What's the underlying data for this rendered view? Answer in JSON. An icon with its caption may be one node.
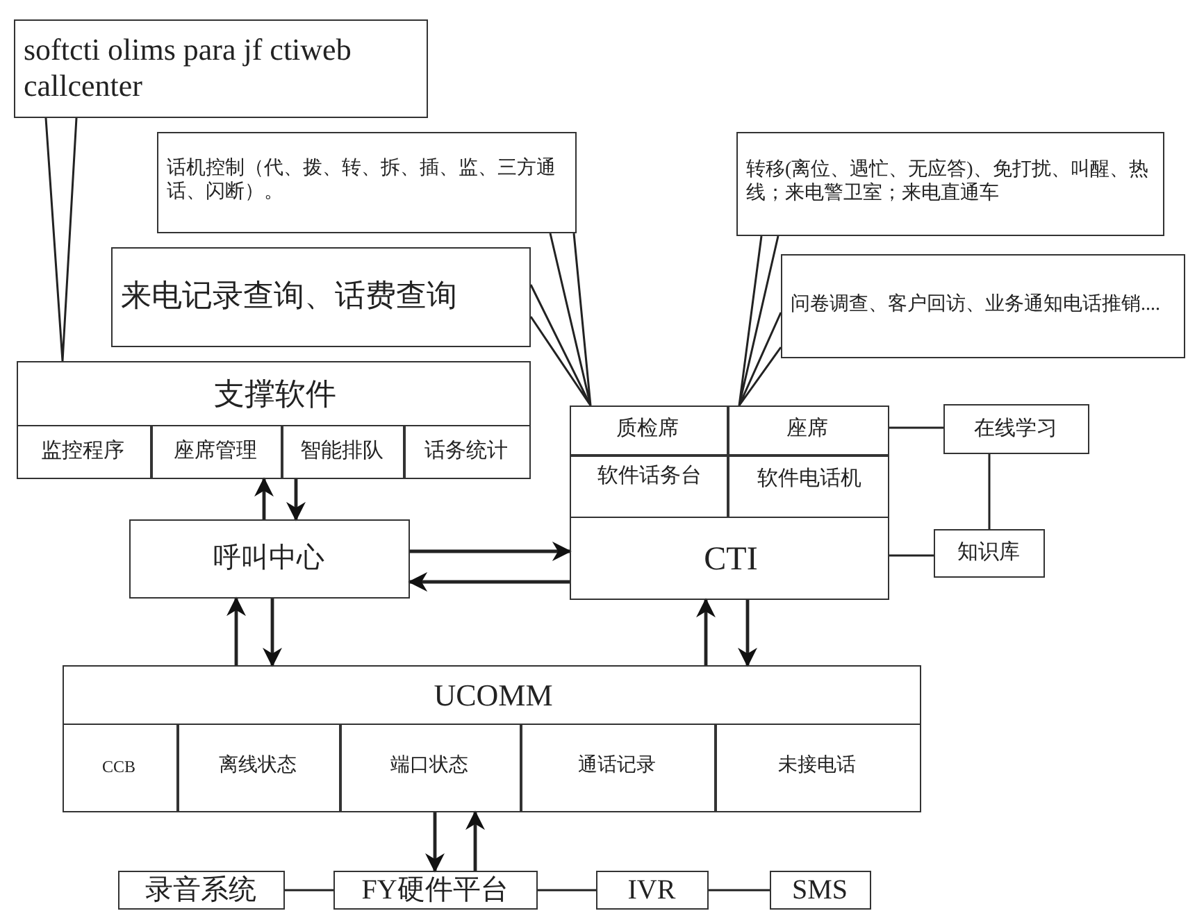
{
  "diagram": {
    "nodes": [
      {
        "text": [
          "softcti olims para jf ctiweb callcenter"
        ]
      },
      {
        "text": [
          "话机控制（代、拨、转、拆、插、监、三方通话、闪断）。"
        ]
      },
      {
        "text": [
          "来电记录查询、话费查询"
        ]
      },
      {
        "text": [
          "转移(离位、遇忙、无应答)、免打扰、叫醒、热线；来电警卫室；来电直通车"
        ]
      },
      {
        "text": [
          "问卷调查、客户回访、业务通知电话推销...."
        ]
      },
      {
        "text": [
          "支撑软件"
        ]
      },
      {
        "text": [
          "监控程序"
        ],
        "in": 5
      },
      {
        "text": [
          "座席管理"
        ],
        "in": 5
      },
      {
        "text": [
          "智能排队"
        ],
        "in": 5
      },
      {
        "text": [
          "话务统计"
        ],
        "in": 5
      },
      {
        "text": [
          "呼叫中心"
        ]
      },
      {
        "text": [
          "CTI"
        ]
      },
      {
        "text": [
          "质检席"
        ],
        "in": 11
      },
      {
        "text": [
          "座席"
        ],
        "in": 11
      },
      {
        "text": [
          "软件话务台"
        ],
        "in": 11
      },
      {
        "text": [
          "软件电话机"
        ],
        "in": 11
      },
      {
        "text": [
          "在线学习"
        ]
      },
      {
        "text": [
          "知识库"
        ]
      },
      {
        "text": [
          "UCOMM"
        ]
      },
      {
        "text": [
          "CCB"
        ],
        "in": 18
      },
      {
        "text": [
          "离线状态"
        ],
        "in": 18
      },
      {
        "text": [
          "端口状态"
        ],
        "in": 18
      },
      {
        "text": [
          "通话记录"
        ],
        "in": 18
      },
      {
        "text": [
          "未接电话"
        ],
        "in": 18
      },
      {
        "text": [
          "录音系统"
        ]
      },
      {
        "text": [
          "FY硬件平台"
        ]
      },
      {
        "text": [
          "IVR"
        ]
      },
      {
        "text": [
          "SMS"
        ]
      }
    ],
    "edges": [
      {
        "from": 0,
        "to": 5,
        "arrow": "none"
      },
      {
        "from": 1,
        "to": 12,
        "arrow": "none"
      },
      {
        "from": 2,
        "to": 12,
        "arrow": "none"
      },
      {
        "from": 3,
        "to": 13,
        "arrow": "none"
      },
      {
        "from": 4,
        "to": 13,
        "arrow": "none"
      },
      {
        "from": 10,
        "to": 5,
        "arrow": "to"
      },
      {
        "from": 5,
        "to": 10,
        "arrow": "to"
      },
      {
        "from": 10,
        "to": 11,
        "arrow": "to"
      },
      {
        "from": 11,
        "to": 10,
        "arrow": "to"
      },
      {
        "from": 18,
        "to": 10,
        "arrow": "to"
      },
      {
        "from": 10,
        "to": 18,
        "arrow": "to"
      },
      {
        "from": 18,
        "to": 11,
        "arrow": "to"
      },
      {
        "from": 11,
        "to": 18,
        "arrow": "to"
      },
      {
        "from": 21,
        "to": 25,
        "arrow": "to"
      },
      {
        "from": 25,
        "to": 21,
        "arrow": "to"
      },
      {
        "from": 13,
        "to": 16,
        "arrow": "none"
      },
      {
        "from": 11,
        "to": 17,
        "arrow": "none"
      },
      {
        "from": 16,
        "to": 17,
        "arrow": "none"
      },
      {
        "from": 24,
        "to": 25,
        "arrow": "none"
      },
      {
        "from": 25,
        "to": 26,
        "arrow": "none"
      },
      {
        "from": 26,
        "to": 27,
        "arrow": "none"
      }
    ]
  }
}
